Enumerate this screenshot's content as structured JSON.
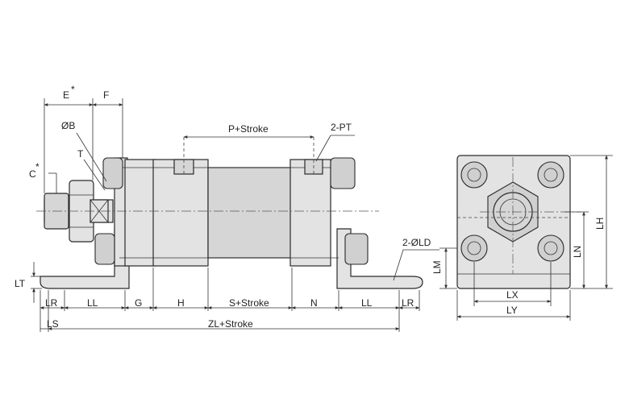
{
  "labels": {
    "e": "E",
    "e_star": "*",
    "f": "F",
    "ob": "ØB",
    "t": "T",
    "c": "C",
    "c_star": "*",
    "p_stroke": "P+Stroke",
    "two_pt": "2-PT",
    "lt": "LT",
    "lr_left": "LR",
    "ll_left": "LL",
    "g": "G",
    "h": "H",
    "s_stroke": "S+Stroke",
    "n": "N",
    "ll_right": "LL",
    "lr_right": "LR",
    "ls": "LS",
    "zl_stroke": "ZL+Stroke",
    "two_old": "2-ØLD",
    "lm": "LM",
    "ln": "LN",
    "lh": "LH",
    "lx": "LX",
    "ly": "LY"
  }
}
